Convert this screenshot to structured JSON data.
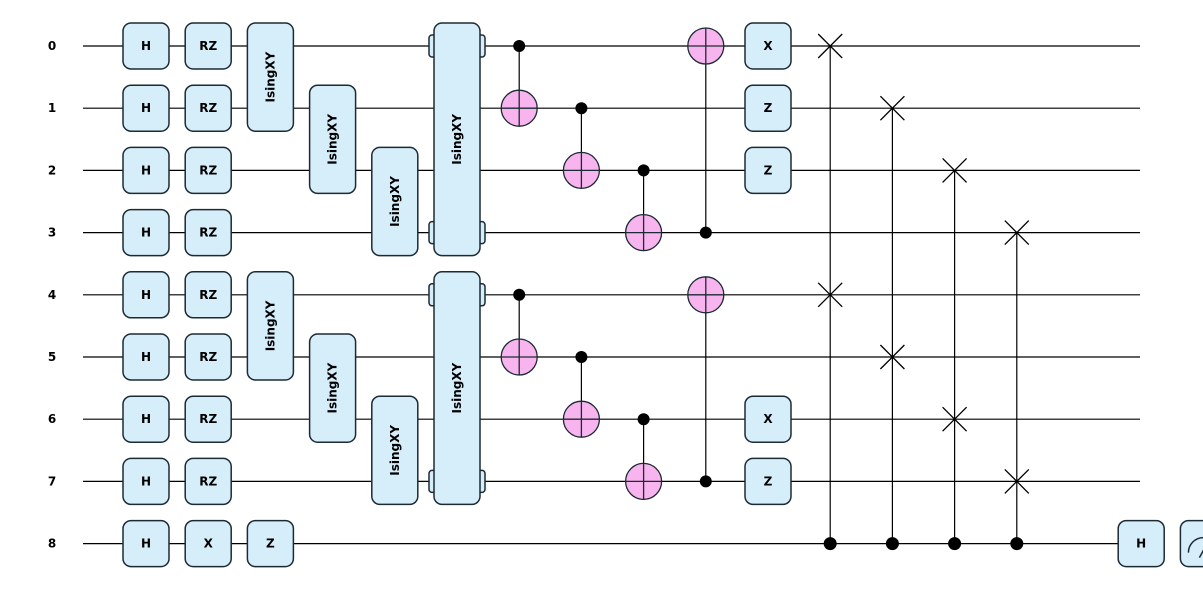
{
  "wires": [
    {
      "label": "0"
    },
    {
      "label": "1"
    },
    {
      "label": "2"
    },
    {
      "label": "3"
    },
    {
      "label": "4"
    },
    {
      "label": "5"
    },
    {
      "label": "6"
    },
    {
      "label": "7"
    },
    {
      "label": "8"
    }
  ],
  "colors": {
    "gate_fill": "#d6eefa",
    "gate_stroke": "#1b2a33",
    "target_fill": "#f8b4ee",
    "wire": "#000000"
  },
  "gates": [
    {
      "col": 0,
      "wire": 0,
      "label": "H"
    },
    {
      "col": 0,
      "wire": 1,
      "label": "H"
    },
    {
      "col": 0,
      "wire": 2,
      "label": "H"
    },
    {
      "col": 0,
      "wire": 3,
      "label": "H"
    },
    {
      "col": 0,
      "wire": 4,
      "label": "H"
    },
    {
      "col": 0,
      "wire": 5,
      "label": "H"
    },
    {
      "col": 0,
      "wire": 6,
      "label": "H"
    },
    {
      "col": 0,
      "wire": 7,
      "label": "H"
    },
    {
      "col": 0,
      "wire": 8,
      "label": "H"
    },
    {
      "col": 1,
      "wire": 0,
      "label": "RZ"
    },
    {
      "col": 1,
      "wire": 1,
      "label": "RZ"
    },
    {
      "col": 1,
      "wire": 2,
      "label": "RZ"
    },
    {
      "col": 1,
      "wire": 3,
      "label": "RZ"
    },
    {
      "col": 1,
      "wire": 4,
      "label": "RZ"
    },
    {
      "col": 1,
      "wire": 5,
      "label": "RZ"
    },
    {
      "col": 1,
      "wire": 6,
      "label": "RZ"
    },
    {
      "col": 1,
      "wire": 7,
      "label": "RZ"
    },
    {
      "col": 1,
      "wire": 8,
      "label": "X"
    },
    {
      "col": 2,
      "wire": 8,
      "label": "Z"
    },
    {
      "col": 10,
      "wire": 0,
      "label": "X"
    },
    {
      "col": 10,
      "wire": 1,
      "label": "Z"
    },
    {
      "col": 10,
      "wire": 2,
      "label": "Z"
    },
    {
      "col": 10,
      "wire": 6,
      "label": "X"
    },
    {
      "col": 10,
      "wire": 7,
      "label": "Z"
    },
    {
      "col": 16,
      "wire": 8,
      "label": "H"
    }
  ],
  "multi_gates": [
    {
      "col": 2,
      "wires": [
        0,
        1
      ],
      "label": "IsingXY"
    },
    {
      "col": 3,
      "wires": [
        1,
        2
      ],
      "label": "IsingXY"
    },
    {
      "col": 4,
      "wires": [
        2,
        3
      ],
      "label": "IsingXY"
    },
    {
      "col": 5,
      "wires": [
        0,
        3
      ],
      "label": "IsingXY",
      "tabs": [
        0,
        3
      ]
    },
    {
      "col": 2,
      "wires": [
        4,
        5
      ],
      "label": "IsingXY"
    },
    {
      "col": 3,
      "wires": [
        5,
        6
      ],
      "label": "IsingXY"
    },
    {
      "col": 4,
      "wires": [
        6,
        7
      ],
      "label": "IsingXY"
    },
    {
      "col": 5,
      "wires": [
        4,
        7
      ],
      "label": "IsingXY",
      "tabs": [
        4,
        7
      ]
    }
  ],
  "cnots": [
    {
      "col": 6,
      "control": 0,
      "target": 1
    },
    {
      "col": 7,
      "control": 1,
      "target": 2
    },
    {
      "col": 8,
      "control": 2,
      "target": 3
    },
    {
      "col": 9,
      "control": 3,
      "target": 0
    },
    {
      "col": 6,
      "control": 4,
      "target": 5
    },
    {
      "col": 7,
      "control": 5,
      "target": 6
    },
    {
      "col": 8,
      "control": 6,
      "target": 7
    },
    {
      "col": 9,
      "control": 7,
      "target": 4
    }
  ],
  "cswaps": [
    {
      "col": 11,
      "control": 8,
      "swap": [
        0,
        4
      ]
    },
    {
      "col": 12,
      "control": 8,
      "swap": [
        1,
        5
      ]
    },
    {
      "col": 13,
      "control": 8,
      "swap": [
        2,
        6
      ]
    },
    {
      "col": 14,
      "control": 8,
      "swap": [
        3,
        7
      ]
    }
  ],
  "measurements": [
    {
      "col": 17,
      "wire": 8
    }
  ]
}
